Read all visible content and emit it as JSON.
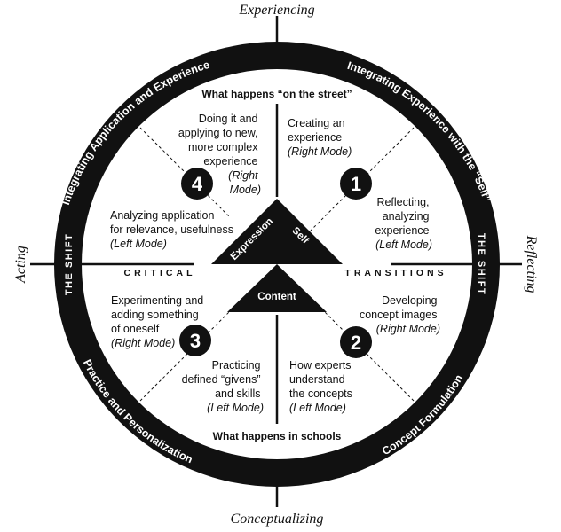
{
  "axes": {
    "top": "Experiencing",
    "bottom": "Conceptualizing",
    "left": "Acting",
    "right": "Reflecting"
  },
  "ring": {
    "top_left": "Integrating Application and Experience",
    "top_right": "Integrating Experience with the “Self”",
    "bottom_left": "Practice and Personalization",
    "bottom_right": "Concept Formulation",
    "shift_left": "THE SHIFT",
    "shift_right": "THE SHIFT"
  },
  "inner": {
    "top": "What happens “on the street”",
    "bottom": "What happens in schools",
    "critical": "CRITICAL",
    "transitions": "TRANSITIONS"
  },
  "triangles": {
    "expression": "Expression",
    "self": "Self",
    "content": "Content"
  },
  "quadrants": {
    "q1": {
      "number": "1",
      "upper": [
        "Creating an",
        "experience"
      ],
      "upper_mode": "(Right Mode)",
      "lower": [
        "Reflecting,",
        "analyzing",
        "experience"
      ],
      "lower_mode": "(Left Mode)"
    },
    "q2": {
      "number": "2",
      "upper": [
        "Developing",
        "concept images"
      ],
      "upper_mode": "(Right Mode)",
      "lower": [
        "How experts",
        "understand",
        "the concepts"
      ],
      "lower_mode": "(Left Mode)"
    },
    "q3": {
      "number": "3",
      "upper": [
        "Experimenting and",
        "adding something",
        "of oneself"
      ],
      "upper_mode": "(Right Mode)",
      "lower": [
        "Practicing",
        "defined “givens”",
        "and skills"
      ],
      "lower_mode": "(Left Mode)"
    },
    "q4": {
      "number": "4",
      "upper": [
        "Doing it and",
        "applying to new,",
        "more complex",
        "experience"
      ],
      "upper_mode": "(Right",
      "upper_mode_2": "Mode)",
      "lower": [
        "Analyzing application",
        "for relevance, usefulness"
      ],
      "lower_mode": "(Left Mode)"
    }
  }
}
